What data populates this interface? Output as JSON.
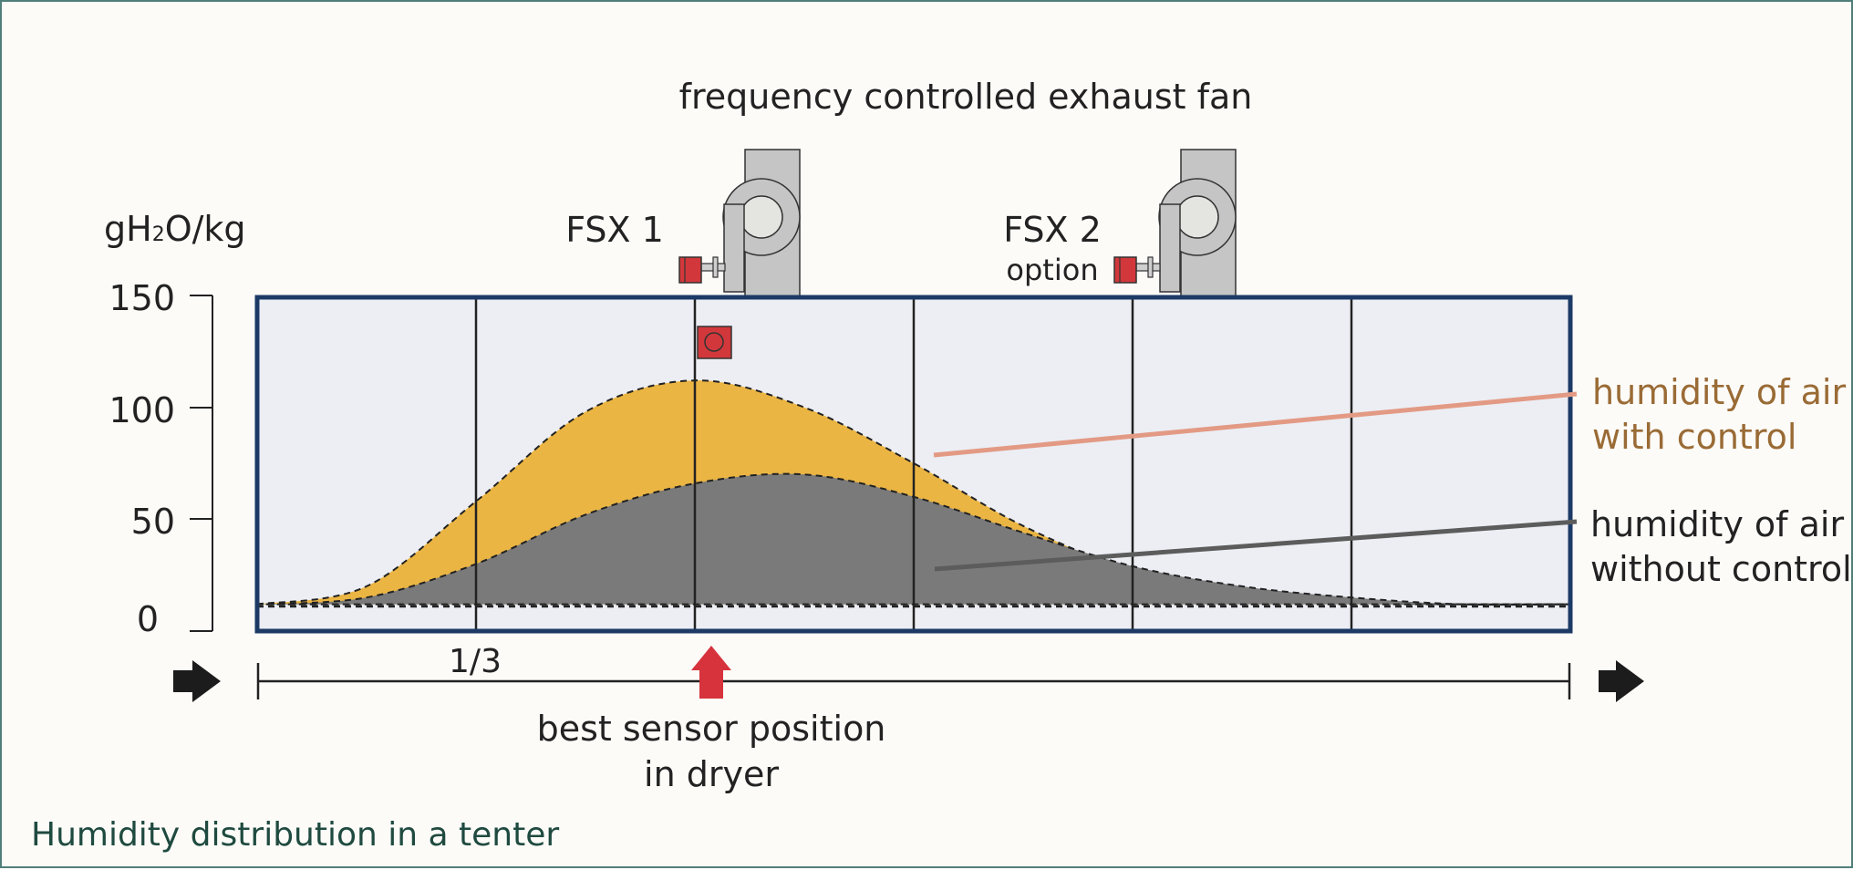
{
  "title": "frequency controlled exhaust fan",
  "caption": "Humidity distribution in a tenter",
  "y_axis": {
    "unit_prefix": "gH",
    "unit_sub": "2",
    "unit_suffix": "O/kg",
    "ticks": [
      "150",
      "100",
      "50",
      "0"
    ],
    "range": [
      0,
      150
    ]
  },
  "sensors": {
    "fsx1": "FSX 1",
    "fsx2": "FSX 2",
    "fsx2_note": "option"
  },
  "x_axis": {
    "tick_label": "1/3",
    "sensor_label_line1": "best sensor position",
    "sensor_label_line2": "in dryer"
  },
  "legend": {
    "with_control_line1": "humidity of air",
    "with_control_line2": "with control",
    "without_control_line1": "humidity of air",
    "without_control_line2": "without control"
  },
  "colors": {
    "with_control_fill": "#ebb543",
    "without_control_fill": "#7a7a7a",
    "with_control_line": "#e39a84",
    "without_control_line": "#5c5c5c",
    "with_control_text": "#9a6b35",
    "dryer_frame": "#1d3a66",
    "dryer_fill": "#eceef4",
    "sensor_red": "#d2383b",
    "arrow_red": "#d6333c"
  },
  "chart_data": {
    "type": "area",
    "ylabel": "gH2O/kg",
    "ylim": [
      0,
      150
    ],
    "x": [
      0,
      0.0833,
      0.1667,
      0.25,
      0.3333,
      0.4167,
      0.5,
      0.5833,
      0.6667,
      0.75,
      0.8333,
      0.9167,
      1.0
    ],
    "series": [
      {
        "name": "humidity of air with control",
        "values": [
          12,
          20,
          58,
          98,
          112,
          100,
          75,
          47,
          27,
          17,
          13,
          12,
          12
        ]
      },
      {
        "name": "humidity of air without control",
        "values": [
          12,
          15,
          30,
          52,
          66,
          70,
          60,
          44,
          29,
          20,
          15,
          12,
          12
        ]
      }
    ]
  }
}
